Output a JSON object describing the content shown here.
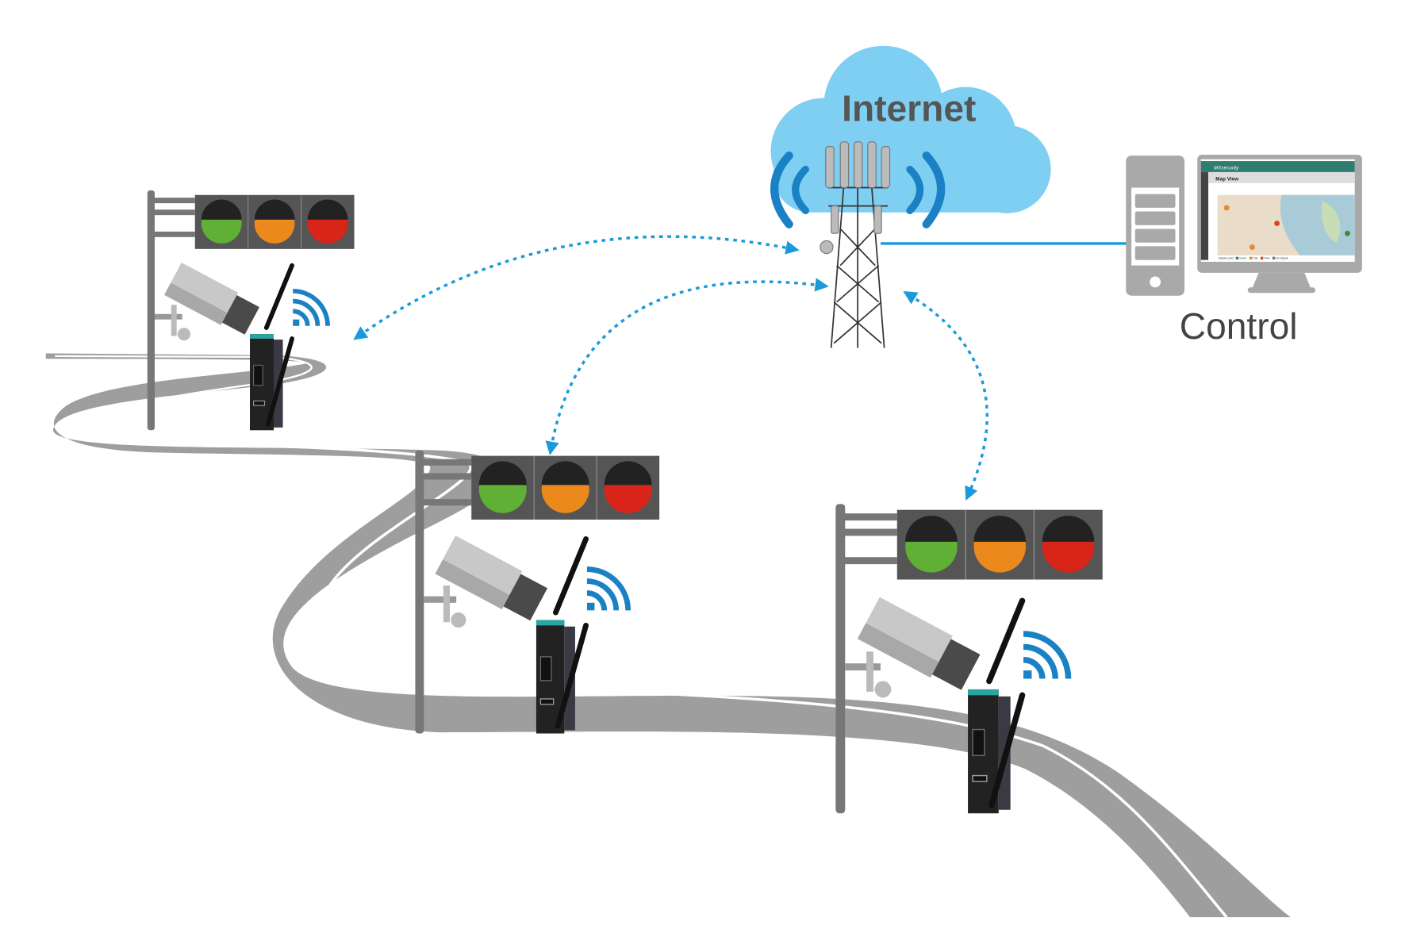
{
  "cloud": {
    "label": "Internet",
    "color": "#7fcff3"
  },
  "control": {
    "label": "Control",
    "screen": {
      "app_title": "MXsecurity",
      "page_title": "Map View",
      "legend_title": "Signal Level:",
      "legend": [
        {
          "label": "Good",
          "color": "#3e8a3e"
        },
        {
          "label": "Fair",
          "color": "#e8892c"
        },
        {
          "label": "Poor",
          "color": "#d9442b"
        },
        {
          "label": "No Signal",
          "color": "#777777"
        }
      ],
      "header_color": "#2e7d6e"
    }
  },
  "colors": {
    "link": "#1a9ad9",
    "signal": "#1a82c4",
    "road": "#9e9e9e",
    "green": "#5fb035",
    "amber": "#ec891c",
    "red": "#d9241a",
    "housing": "#555555"
  },
  "intersections": [
    {
      "id": "intersection-1"
    },
    {
      "id": "intersection-2"
    },
    {
      "id": "intersection-3"
    }
  ]
}
